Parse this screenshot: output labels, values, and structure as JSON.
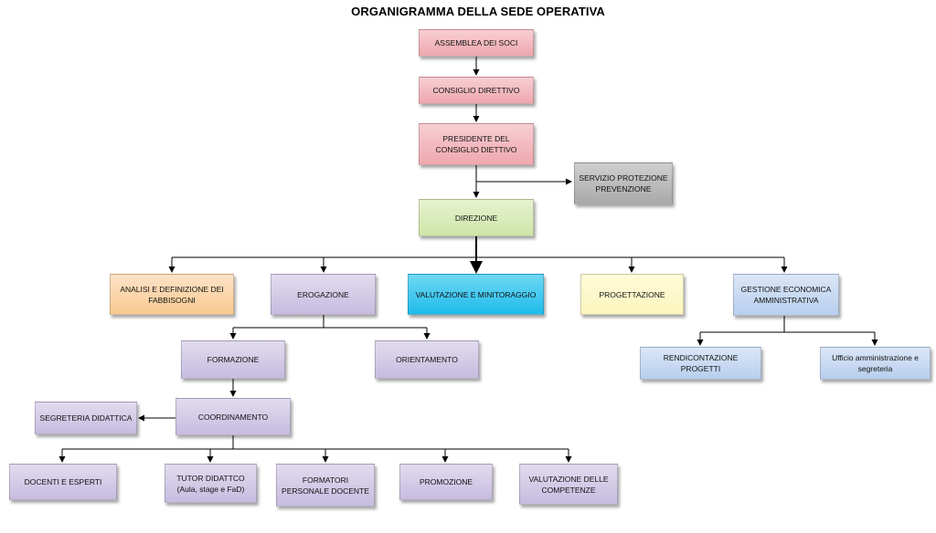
{
  "title": "ORGANIGRAMMA DELLA SEDE OPERATIVA",
  "nodes": {
    "assemblea": "ASSEMBLEA DEI SOCI",
    "consiglio": "CONSIGLIO DIRETTIVO",
    "presidente": "PRESIDENTE DEL CONSIGLIO DIETTIVO",
    "servizio": "SERVIZIO PROTEZIONE PREVENZIONE",
    "direzione": "DIREZIONE",
    "analisi": "ANALISI E DEFINIZIONE DEI FABBISOGNI",
    "erogazione": "EROGAZIONE",
    "valutazione_monitoraggio": "VALUTAZIONE E MINITORAGGIO",
    "progettazione": "PROGETTAZIONE",
    "gestione": "GESTIONE ECONOMICA AMMINISTRATIVA",
    "formazione": "FORMAZIONE",
    "orientamento": "ORIENTAMENTO",
    "rendicontazione": "RENDICONTAZIONE PROGETTI",
    "ufficio": "Ufficio amministrazione e segreteria",
    "segreteria": "SEGRETERIA DIDATTICA",
    "coordinamento": "COORDINAMENTO",
    "docenti": "DOCENTI E ESPERTI",
    "tutor": "TUTOR DIDATTCO (Aula, stage e FaD)",
    "formatori": "FORMATORI PERSONALE DOCENTE",
    "promozione": "PROMOZIONE",
    "valutazione_competenze": "VALUTAZIONE DELLE COMPETENZE"
  },
  "colors": {
    "governance": "#f1b9bf",
    "safety": "#bdbdbd",
    "management": "#d8ecbc",
    "needs_analysis": "#fbd5ab",
    "delivery": "#d3cbe6",
    "monitoring": "#3ecbf0",
    "design": "#fdf8cb",
    "administration": "#c9daf2"
  }
}
